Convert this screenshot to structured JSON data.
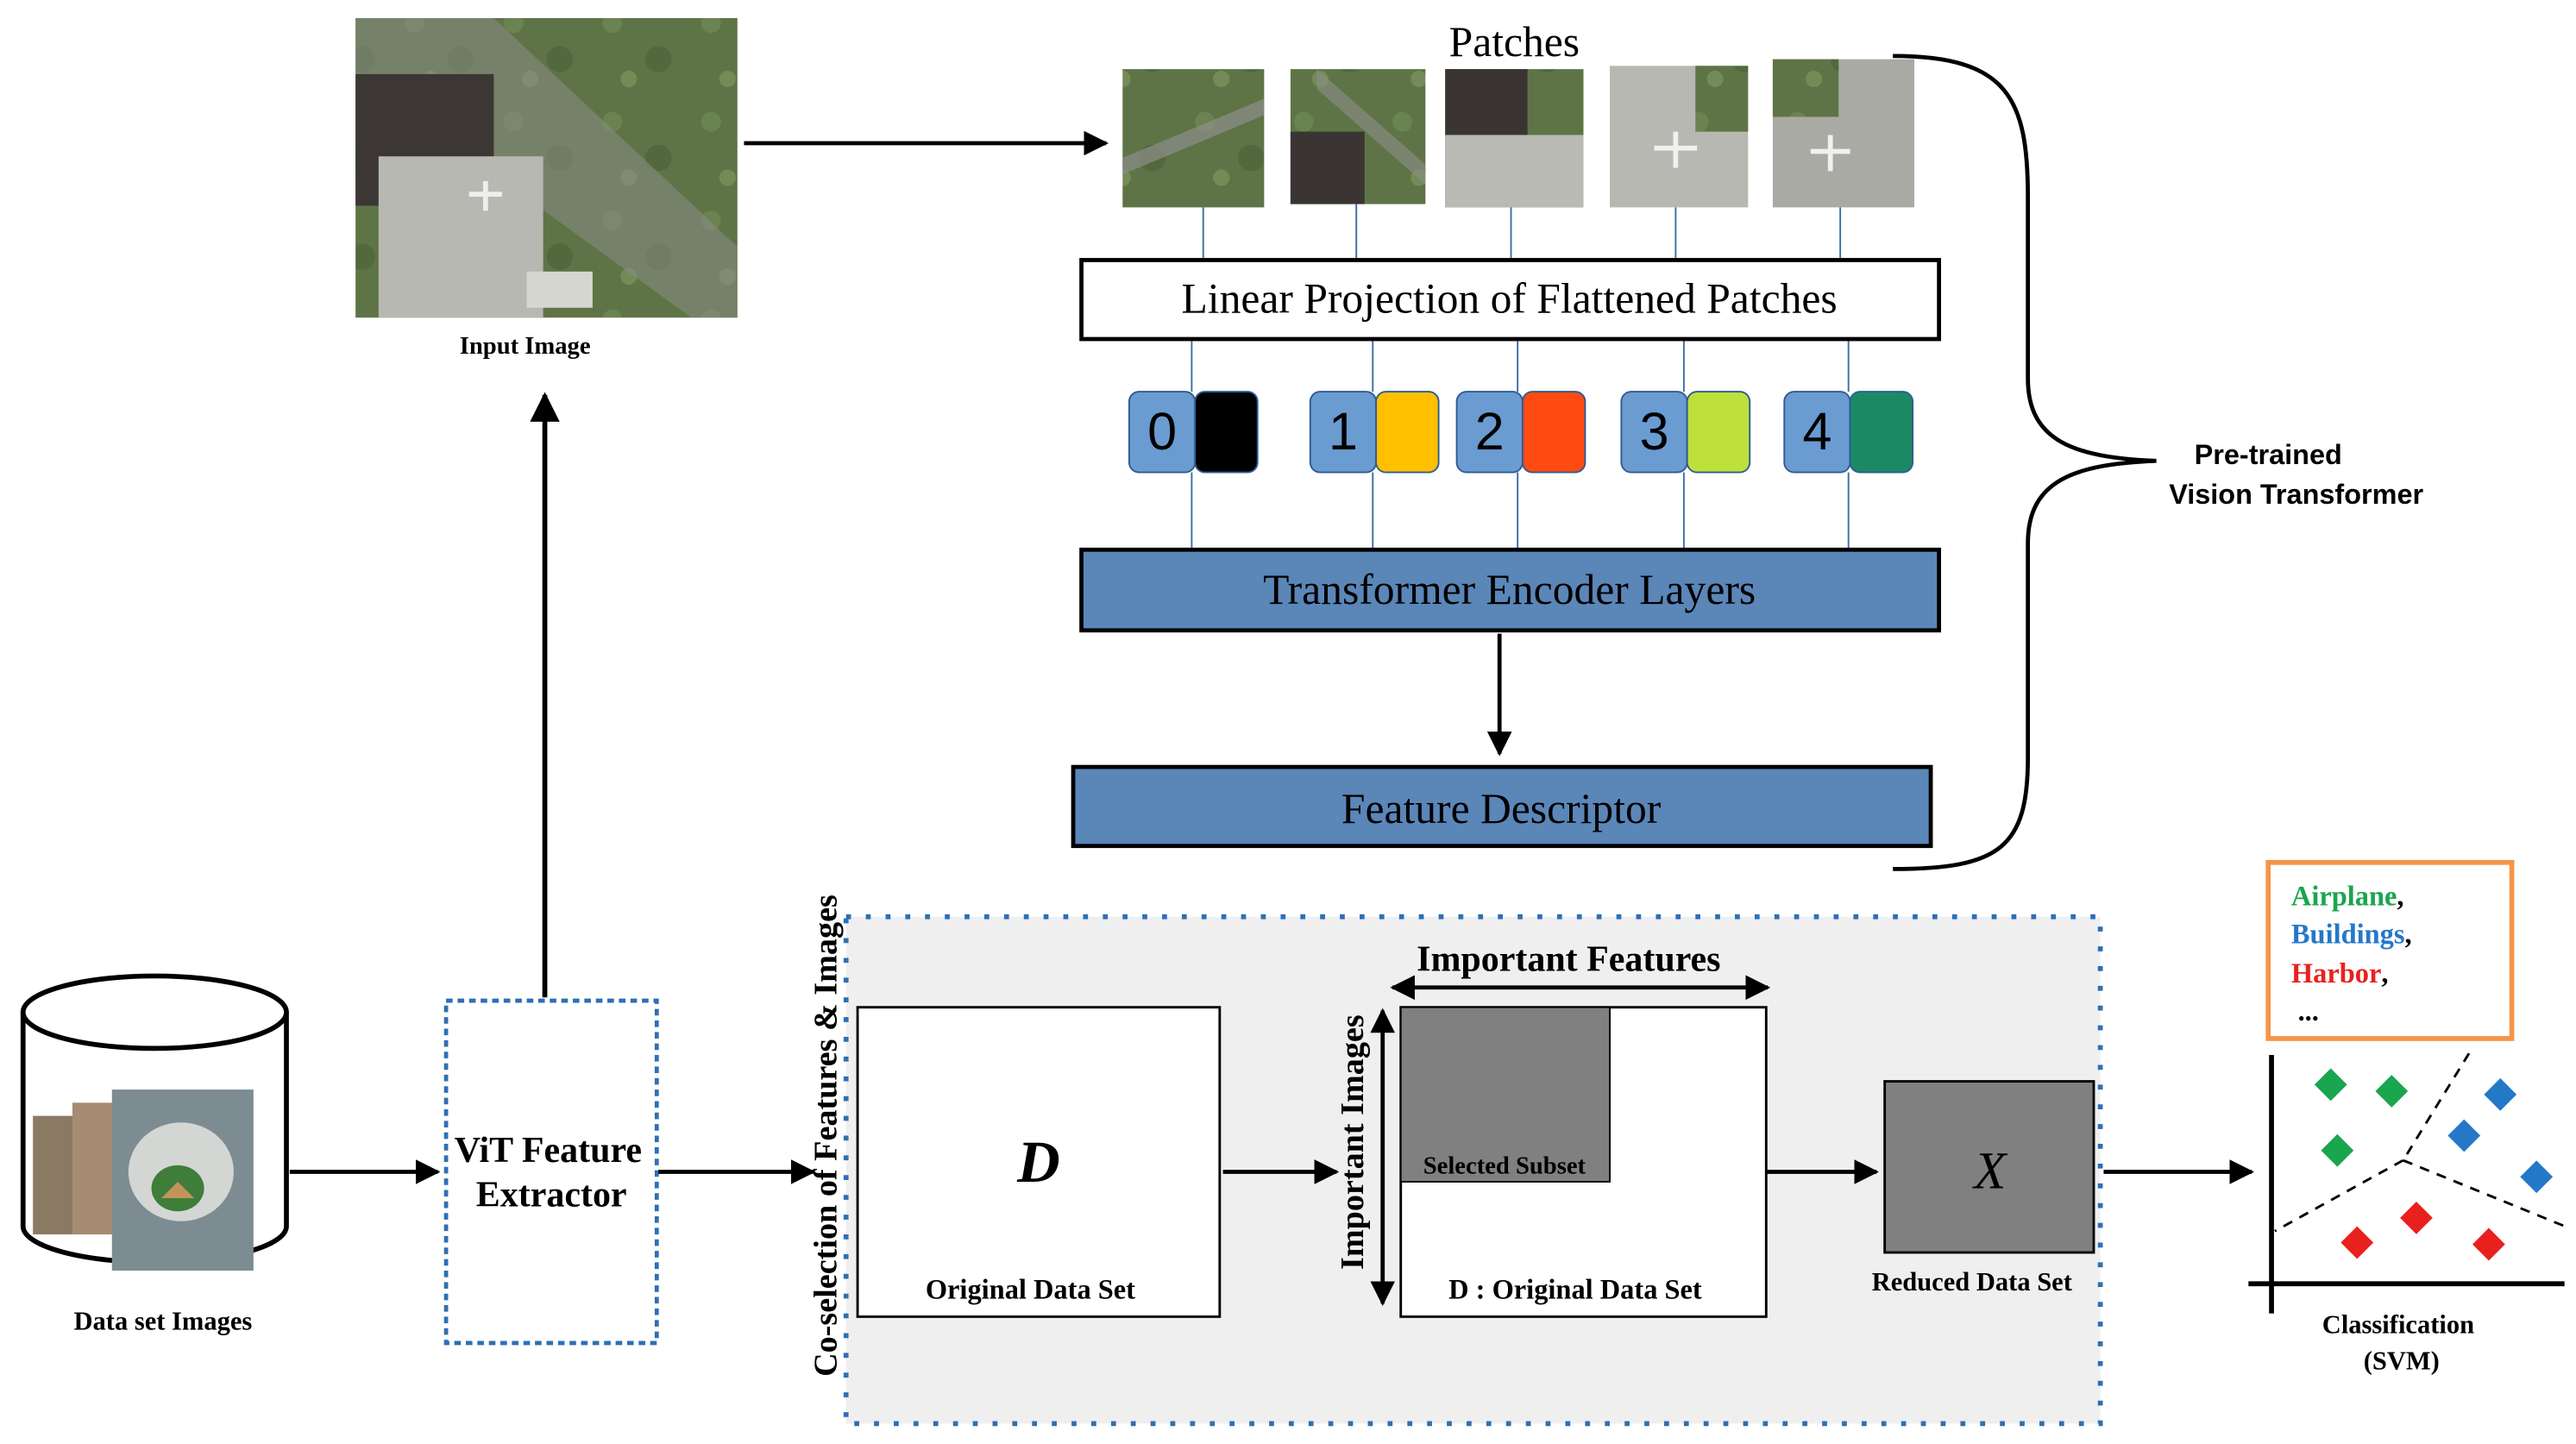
{
  "input_image": {
    "caption": "Input Image"
  },
  "patches": {
    "title": "Patches",
    "count": 5
  },
  "linear_projection": {
    "label": "Linear Projection of Flattened Patches"
  },
  "tokens": [
    {
      "index": "0",
      "color": "#000000"
    },
    {
      "index": "1",
      "color": "#ffc000"
    },
    {
      "index": "2",
      "color": "#ff4a12"
    },
    {
      "index": "3",
      "color": "#bde13a"
    },
    {
      "index": "4",
      "color": "#1b8a64"
    }
  ],
  "encoder": {
    "label": "Transformer Encoder Layers"
  },
  "descriptor": {
    "label": "Feature Descriptor"
  },
  "vit_brace": {
    "line1": "Pre-trained",
    "line2": "Vision Transformer"
  },
  "dataset": {
    "caption": "Data set Images"
  },
  "extractor": {
    "line1": "ViT Feature",
    "line2": "Extractor"
  },
  "coselection": {
    "vertical_label": "Co-selection of Features & Images",
    "original": {
      "symbol": "D",
      "caption": "Original Data Set"
    },
    "important_features": "Important Features",
    "important_images": "Important Images",
    "selected_subset": "Selected Subset",
    "original_with_symbol": "D : Original Data Set"
  },
  "reduced": {
    "symbol": "X",
    "caption": "Reduced Data Set"
  },
  "classes": [
    {
      "label": "Airplane",
      "sep": ",",
      "color": "#1aa54f"
    },
    {
      "label": "Buildings",
      "sep": ",",
      "color": "#2478c8"
    },
    {
      "label": "Harbor",
      "sep": ",",
      "color": "#e8211e"
    }
  ],
  "classes_more": "...",
  "classification": {
    "line1": "Classification",
    "line2": "(SVM)"
  },
  "colors": {
    "accent_blue": "#5b86b8",
    "token_blue": "#6a9bd1",
    "classes_border": "#f3954a",
    "grey_block": "#808080",
    "panel_bg": "#efefef",
    "dotted_border": "#2e6fb4"
  }
}
